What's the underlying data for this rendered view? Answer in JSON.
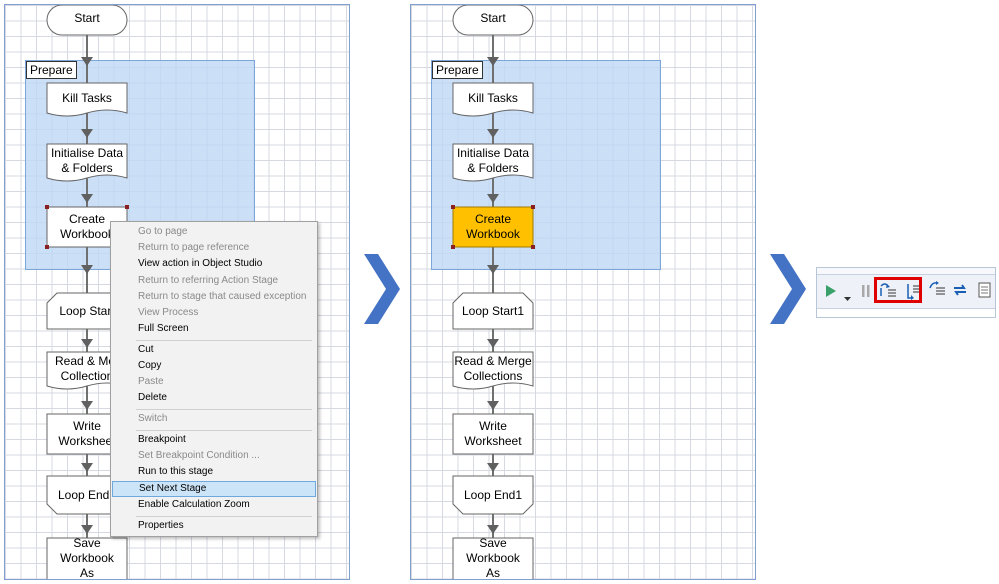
{
  "left_panel": {
    "block_label": "Prepare",
    "stages": [
      {
        "label": "Start"
      },
      {
        "label": "Kill Tasks"
      },
      {
        "label": "Initialise Data\n& Folders"
      },
      {
        "label": "Create\nWorkbook"
      },
      {
        "label": "Loop Start"
      },
      {
        "label": "Read & Mer\nCollection"
      },
      {
        "label": "Write\nWorksheet"
      },
      {
        "label": "Loop End1"
      },
      {
        "label": "Save Workbook\nAs"
      }
    ]
  },
  "right_panel": {
    "block_label": "Prepare",
    "stages": [
      {
        "label": "Start"
      },
      {
        "label": "Kill Tasks"
      },
      {
        "label": "Initialise Data\n& Folders"
      },
      {
        "label": "Create\nWorkbook"
      },
      {
        "label": "Loop Start1"
      },
      {
        "label": "Read & Merge\nCollections"
      },
      {
        "label": "Write\nWorksheet"
      },
      {
        "label": "Loop End1"
      },
      {
        "label": "Save Workbook\nAs"
      }
    ],
    "selected_color": "#ffc000"
  },
  "context_menu": {
    "items": [
      {
        "label": "Go to page",
        "disabled": true
      },
      {
        "label": "Return to page reference",
        "disabled": true
      },
      {
        "label": "View action in Object Studio",
        "disabled": false
      },
      {
        "label": "Return to referring Action Stage",
        "disabled": true
      },
      {
        "label": "Return to stage that caused exception",
        "disabled": true
      },
      {
        "label": "View Process",
        "disabled": true
      },
      {
        "label": "Full Screen",
        "disabled": false
      },
      {
        "label": "Cut",
        "disabled": false
      },
      {
        "label": "Copy",
        "disabled": false
      },
      {
        "label": "Paste",
        "disabled": true
      },
      {
        "label": "Delete",
        "disabled": false
      },
      {
        "label": "Switch",
        "disabled": true
      },
      {
        "label": "Breakpoint",
        "disabled": false
      },
      {
        "label": "Set Breakpoint Condition ...",
        "disabled": true
      },
      {
        "label": "Run to this stage",
        "disabled": false
      },
      {
        "label": "Set Next Stage",
        "disabled": false,
        "highlighted": true
      },
      {
        "label": "Enable Calculation Zoom",
        "disabled": false
      },
      {
        "label": "Properties",
        "disabled": false
      }
    ]
  },
  "toolbar": {
    "icons": [
      "run-icon",
      "dropdown-icon",
      "pause-icon",
      "step-icon",
      "step-over-icon",
      "step-out-icon",
      "loop-icon",
      "page-icon"
    ],
    "highlight_color": "#e00000"
  },
  "colors": {
    "chevron": "#4472c4",
    "block_fill": "#bed7f5",
    "grid": "#d6d9e2"
  }
}
